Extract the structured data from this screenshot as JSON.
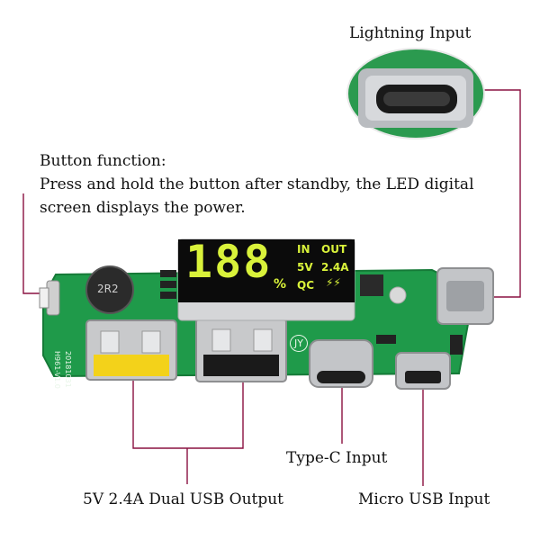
{
  "labels": {
    "lightning_input": "Lightning Input",
    "button_heading": "Button function:",
    "button_desc_line1": "Press and hold the button after standby, the LED digital",
    "button_desc_line2": "screen displays the power.",
    "typec_input": "Type-C Input",
    "dual_usb_output": "5V 2.4A Dual USB Output",
    "micro_usb_input": "Micro USB Input"
  },
  "display": {
    "digits": "188",
    "percent": "%",
    "in": "IN",
    "out": "OUT",
    "volt": "5V",
    "amp": "2.4A",
    "qc": "QC",
    "bolt": "⚡⚡"
  },
  "board_print": {
    "inductor": "2R2",
    "model": "H961-V1.0",
    "date": "20181031",
    "jy": "JY"
  },
  "colors": {
    "pcb": "#1f9a4a",
    "callout_line": "#8a1040",
    "display_glow": "#d9f23a"
  }
}
